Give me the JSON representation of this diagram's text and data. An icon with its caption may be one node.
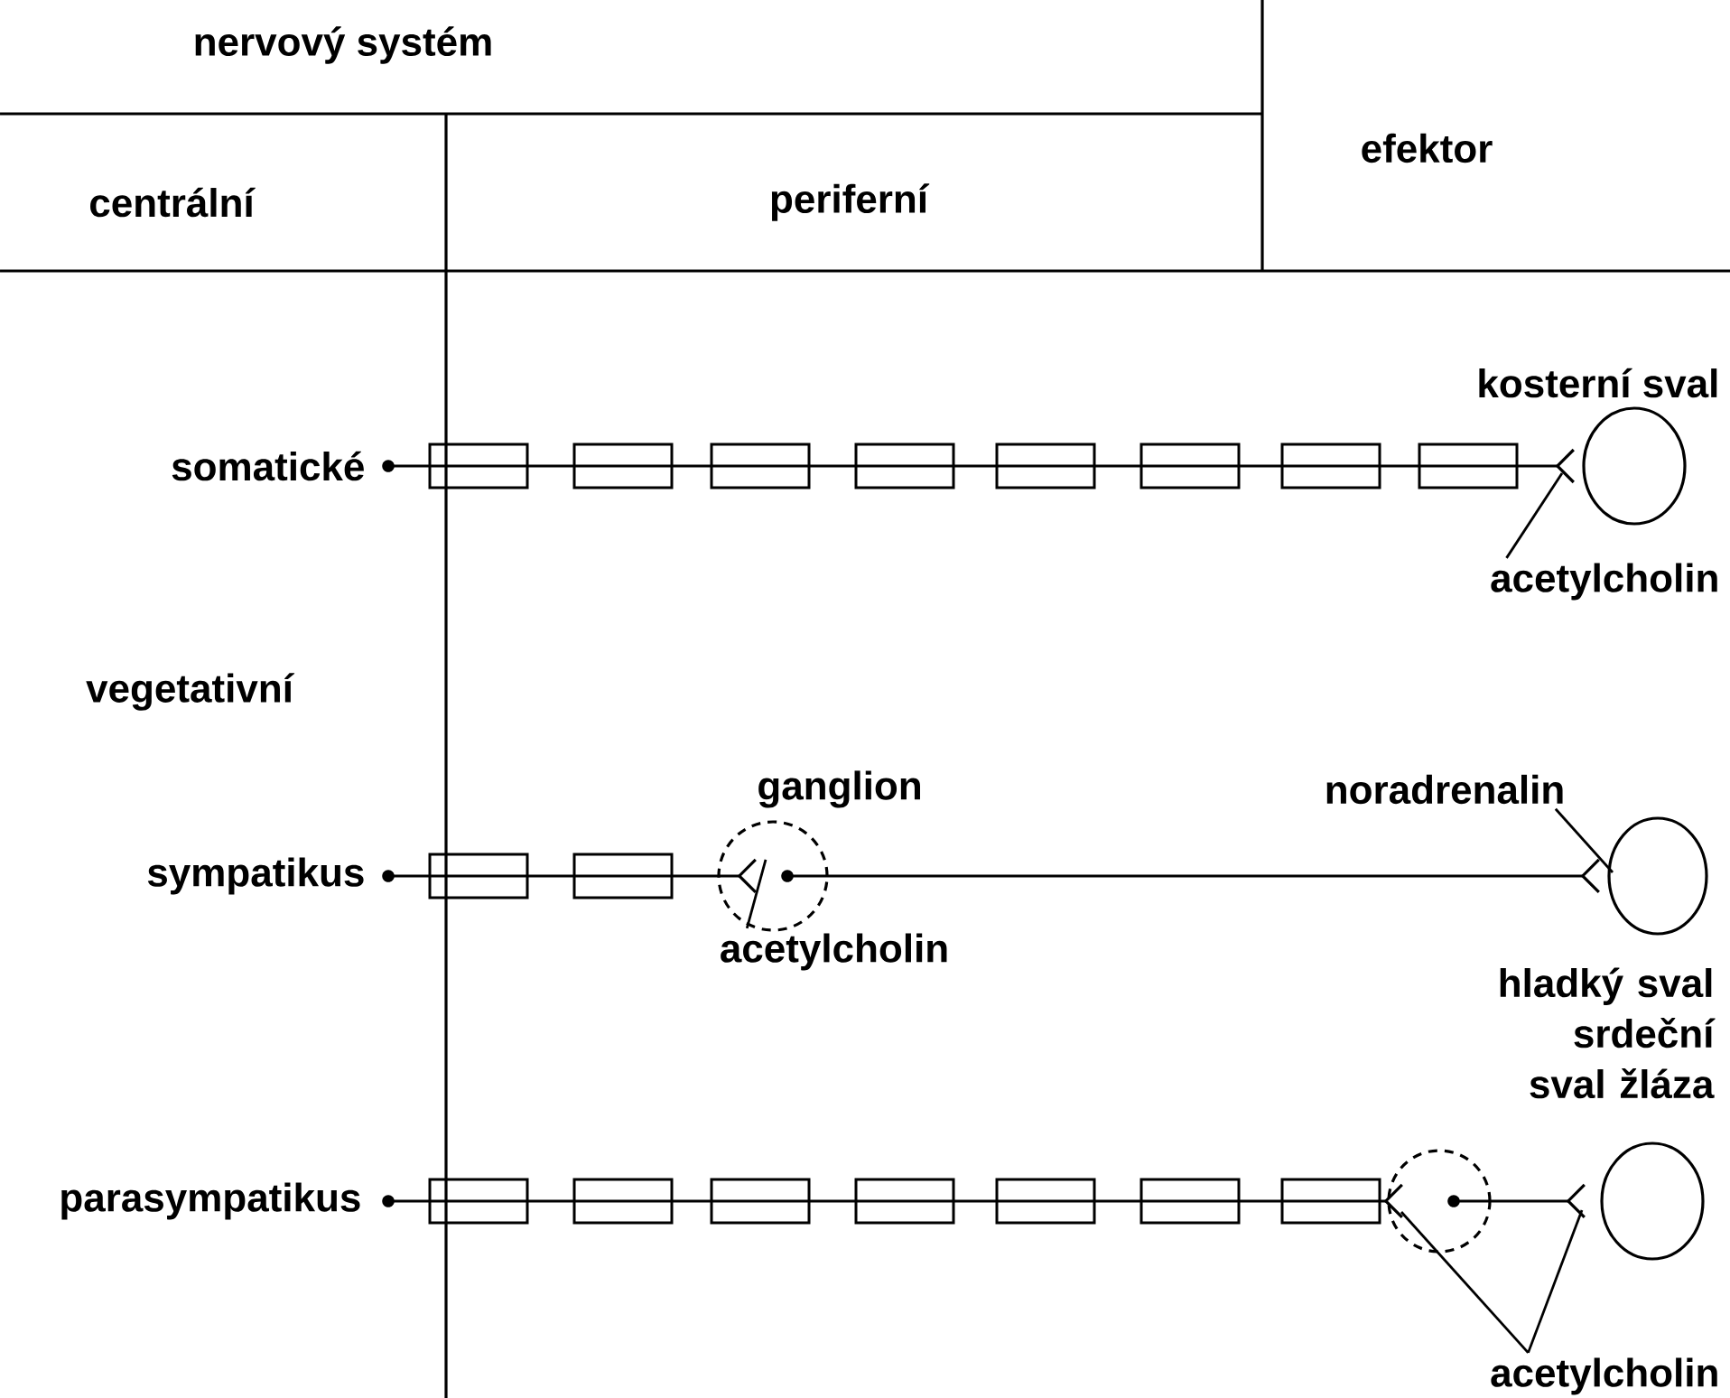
{
  "diagram": {
    "nodes": [
      {
        "text": [
          "somatické"
        ]
      },
      {
        "text": [
          "sympatikus"
        ]
      },
      {
        "text": [
          "parasympatikus"
        ]
      },
      {
        "text": [],
        "shape": "circle",
        "beside": [
          "kosterní sval"
        ]
      },
      {
        "text": [],
        "shape": "circle",
        "beside": [
          "ganglion"
        ]
      },
      {
        "text": [],
        "shape": "circle",
        "beside": [
          "hladký sval srdeční sval žláza"
        ]
      },
      {
        "text": [],
        "shape": "circle"
      },
      {
        "text": [],
        "shape": "circle"
      },
      {
        "text": [
          "acetylcholin"
        ]
      },
      {
        "text": [
          "acetylcholin"
        ]
      },
      {
        "text": [
          "noradrenalin"
        ]
      },
      {
        "text": [
          "acetylcholin"
        ]
      }
    ],
    "edges": [
      {
        "from": 0,
        "to": 3,
        "arrow": "other"
      },
      {
        "from": 1,
        "to": 4,
        "arrow": "other"
      },
      {
        "from": 4,
        "to": 5,
        "arrow": "other"
      },
      {
        "from": 2,
        "to": 6,
        "arrow": "other"
      },
      {
        "from": 6,
        "to": 7,
        "arrow": "other"
      },
      {
        "from": 8,
        "to": 3,
        "arrow": "none"
      },
      {
        "from": 9,
        "to": 4,
        "arrow": "none"
      },
      {
        "from": 10,
        "to": 5,
        "arrow": "none"
      },
      {
        "from": 11,
        "to": 6,
        "arrow": "none"
      },
      {
        "from": 11,
        "to": 7,
        "arrow": "none"
      }
    ],
    "labels": [
      "nervový systém",
      "centrální",
      "periferní",
      "efektor",
      "vegetativní"
    ]
  }
}
